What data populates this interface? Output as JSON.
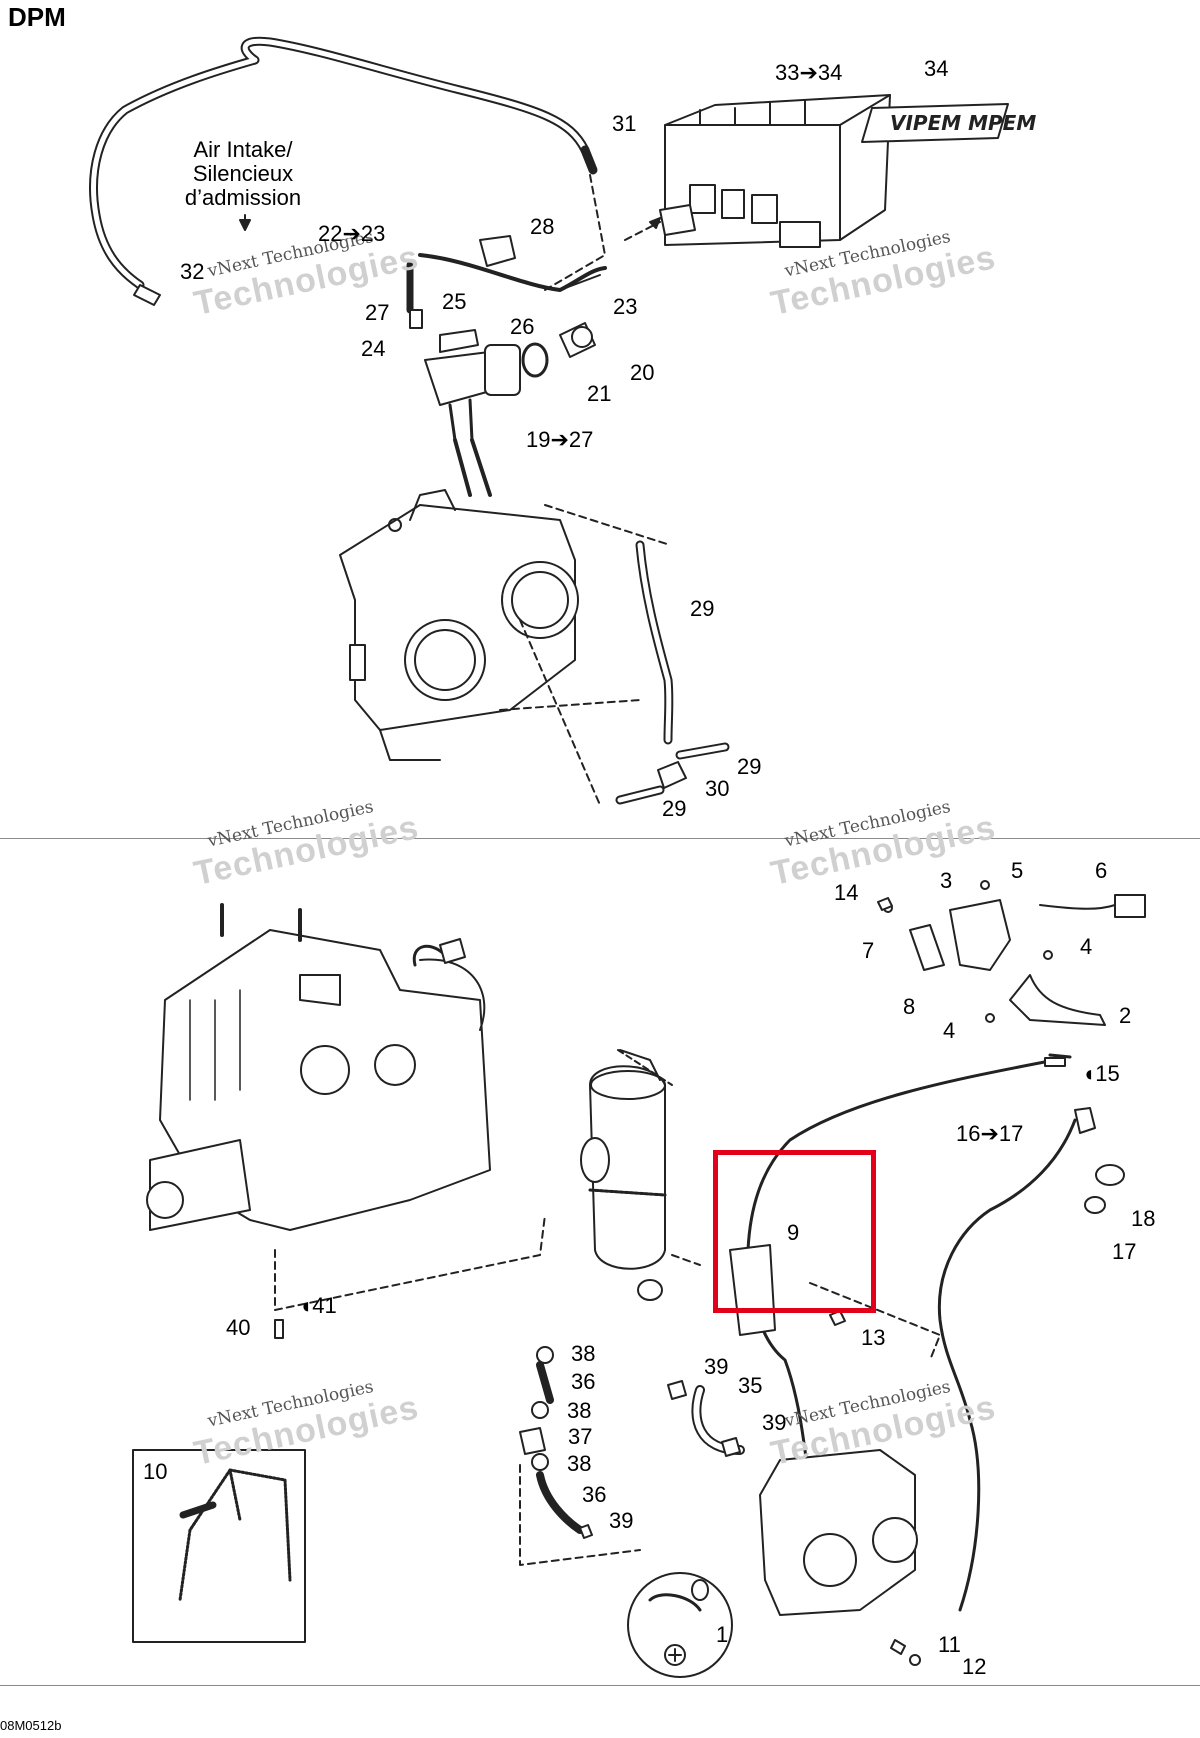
{
  "title": "DPM",
  "air_note": [
    "Air Intake/",
    "Silencieux",
    "d’admission"
  ],
  "footer": "08M0512b",
  "watermark": {
    "line1": "vNext Technologies",
    "line2": "Technologies"
  },
  "callouts": {
    "c33_34": "33➔34",
    "c34": "34",
    "c31": "31",
    "c28": "28",
    "c22_23": "22➔23",
    "c32": "32",
    "c23": "23",
    "c27": "27",
    "c25": "25",
    "c26": "26",
    "c24": "24",
    "c20": "20",
    "c21": "21",
    "c19_27": "19➔27",
    "c29a": "29",
    "c29b": "29",
    "c30": "30",
    "c29c": "29",
    "c5": "5",
    "c6": "6",
    "c14": "14",
    "c3": "3",
    "c7": "7",
    "c4a": "4",
    "c8": "8",
    "c2": "2",
    "c4b": "4",
    "c15": "◖15",
    "c16_17": "16➔17",
    "c9": "9",
    "c18": "18",
    "c17": "17",
    "c13": "13",
    "c41": "◖41",
    "c40": "40",
    "c38a": "38",
    "c36a": "36",
    "c39a": "39",
    "c35": "35",
    "c38b": "38",
    "c37": "37",
    "c39b": "39",
    "c38c": "38",
    "c10": "10",
    "c36b": "36",
    "c39c": "39",
    "c1": "1",
    "c11": "11",
    "c12": "12"
  },
  "highlight_color": "#e3001b"
}
